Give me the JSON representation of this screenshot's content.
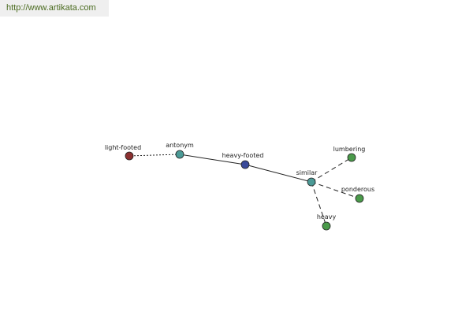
{
  "site": {
    "url": "http://www.artikata.com"
  },
  "graph": {
    "colors": {
      "center": "#3a4a9a",
      "relation": "#4b9a96",
      "antonym_word": "#8b3030",
      "similar_word": "#4a9a4a",
      "edge": "#222222",
      "node_stroke": "#222222"
    },
    "nodes": [
      {
        "id": "heavy-footed",
        "label": "heavy-footed",
        "kind": "center"
      },
      {
        "id": "antonym",
        "label": "antonym",
        "kind": "relation"
      },
      {
        "id": "light-footed",
        "label": "light-footed",
        "kind": "antonym_word"
      },
      {
        "id": "similar",
        "label": "similar",
        "kind": "relation"
      },
      {
        "id": "lumbering",
        "label": "lumbering",
        "kind": "similar_word"
      },
      {
        "id": "ponderous",
        "label": "ponderous",
        "kind": "similar_word"
      },
      {
        "id": "heavy",
        "label": "heavy",
        "kind": "similar_word"
      }
    ],
    "edges": [
      {
        "from": "heavy-footed",
        "to": "antonym",
        "style": "solid"
      },
      {
        "from": "antonym",
        "to": "light-footed",
        "style": "dotted"
      },
      {
        "from": "heavy-footed",
        "to": "similar",
        "style": "solid"
      },
      {
        "from": "similar",
        "to": "lumbering",
        "style": "dashed"
      },
      {
        "from": "similar",
        "to": "ponderous",
        "style": "dashed"
      },
      {
        "from": "similar",
        "to": "heavy",
        "style": "dashed"
      }
    ]
  }
}
